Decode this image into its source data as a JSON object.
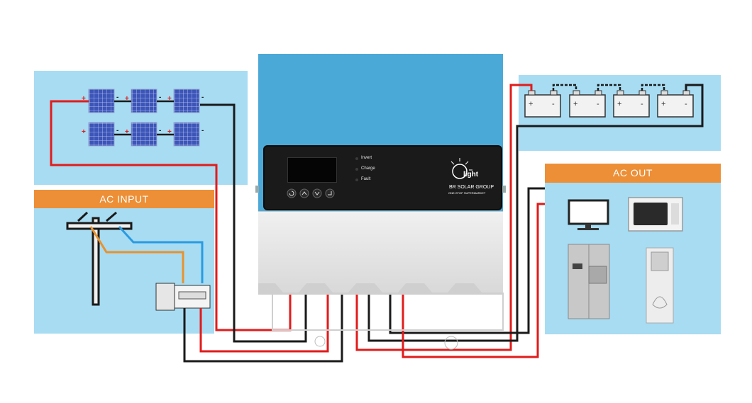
{
  "sections": {
    "ac_input": "AC INPUT",
    "ac_out": "AC OUT"
  },
  "inverter": {
    "indicators": [
      "Invert",
      "Charge",
      "Fault"
    ],
    "logo_text": "light",
    "brand_name": "BR SOLAR GROUP",
    "brand_tagline": "ONE-STOP SUPERMARKET"
  },
  "battery_terminals": {
    "plus": "+",
    "minus": "-"
  },
  "colors": {
    "panel_bg": "#a7dcf3",
    "label_bg": "#ec8f36",
    "inverter_top": "#4ba9d8",
    "inverter_bottom": "#e3e3e3",
    "wire_positive": "#e21b1b",
    "wire_negative": "#1a1a1a",
    "wire_live": "#e8922d",
    "wire_neutral": "#2a9be0"
  },
  "icons": [
    "solar-panel-icon",
    "battery-icon",
    "utility-pole-icon",
    "breaker-box-icon",
    "monitor-icon",
    "microwave-icon",
    "refrigerator-icon",
    "air-conditioner-icon",
    "back-icon",
    "up-icon",
    "down-icon",
    "enter-icon"
  ]
}
